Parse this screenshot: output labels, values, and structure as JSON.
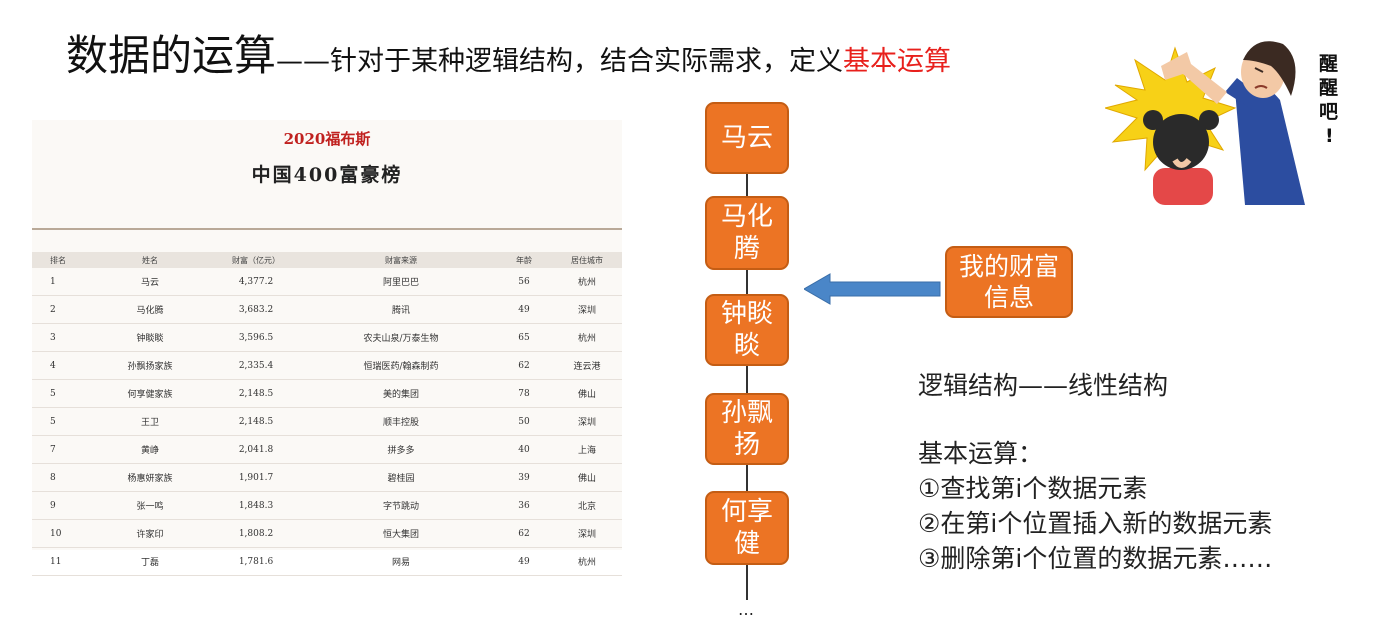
{
  "slide": {
    "title_main": "数据的运算",
    "title_sub": "——针对于某种逻辑结构，结合实际需求，定义",
    "title_highlight": "基本运算"
  },
  "forbes": {
    "year_line": "2020福布斯",
    "list_title": "中国400富豪榜",
    "headers": [
      "排名",
      "姓名",
      "财富（亿元）",
      "财富来源",
      "年龄",
      "居住城市"
    ],
    "rows": [
      [
        "1",
        "马云",
        "4,377.2",
        "阿里巴巴",
        "56",
        "杭州"
      ],
      [
        "2",
        "马化腾",
        "3,683.2",
        "腾讯",
        "49",
        "深圳"
      ],
      [
        "3",
        "钟睒睒",
        "3,596.5",
        "农夫山泉/万泰生物",
        "65",
        "杭州"
      ],
      [
        "4",
        "孙飘扬家族",
        "2,335.4",
        "恒瑞医药/翰森制药",
        "62",
        "连云港"
      ],
      [
        "5",
        "何享健家族",
        "2,148.5",
        "美的集团",
        "78",
        "佛山"
      ],
      [
        "5",
        "王卫",
        "2,148.5",
        "顺丰控股",
        "50",
        "深圳"
      ],
      [
        "7",
        "黄峥",
        "2,041.8",
        "拼多多",
        "40",
        "上海"
      ],
      [
        "8",
        "杨惠妍家族",
        "1,901.7",
        "碧桂园",
        "39",
        "佛山"
      ],
      [
        "9",
        "张一鸣",
        "1,848.3",
        "字节跳动",
        "36",
        "北京"
      ],
      [
        "10",
        "许家印",
        "1,808.2",
        "恒大集团",
        "62",
        "深圳"
      ],
      [
        "11",
        "丁磊",
        "1,781.6",
        "网易",
        "49",
        "杭州"
      ]
    ]
  },
  "chain": {
    "nodes": [
      "马云",
      "马化腾",
      "钟睒睒",
      "孙飘扬",
      "何享健"
    ],
    "ellipsis": "…"
  },
  "info_box": "我的财富信息",
  "logic_structure": "逻辑结构——线性结构",
  "operations": {
    "heading": "基本运算：",
    "items": [
      "①查找第i个数据元素",
      "②在第i个位置插入新的数据元素",
      "③删除第i个位置的数据元素……"
    ]
  },
  "cartoon": {
    "caption": "醒醒吧！",
    "colors": {
      "burst": "#f7d117",
      "sweater": "#2c4da0",
      "skin": "#f3c9a6"
    }
  },
  "colors": {
    "accent": "#ec7424",
    "highlight": "#e8201c",
    "arrow": "#4a86c8"
  }
}
